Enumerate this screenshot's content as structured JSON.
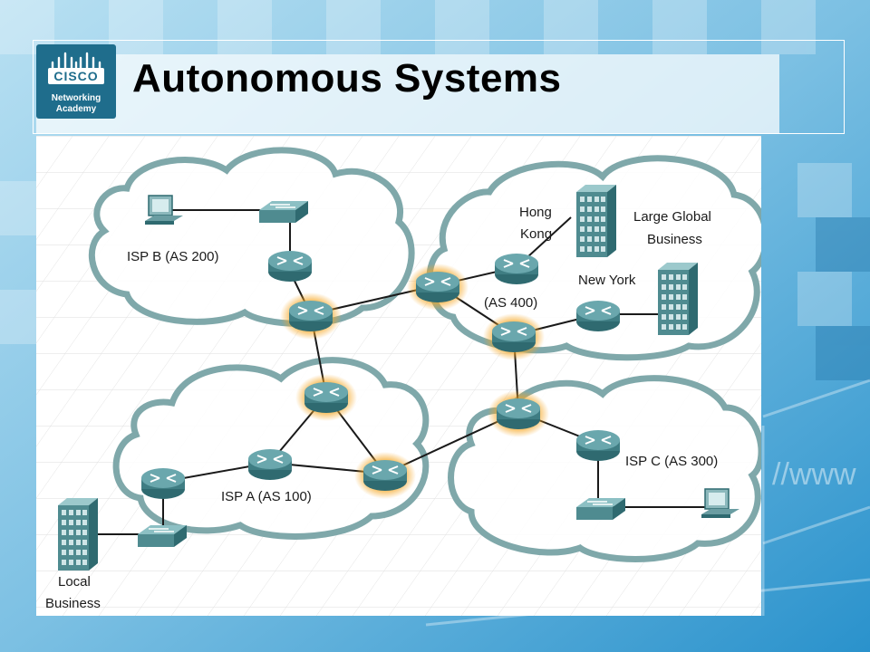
{
  "slide": {
    "title": "Autonomous Systems",
    "logo": {
      "brand": "CISCO",
      "line1": "Networking",
      "line2": "Academy"
    }
  },
  "diagram": {
    "labels": {
      "isp_b": "ISP B (AS 200)",
      "hong_kong_1": "Hong",
      "hong_kong_2": "Kong",
      "large_global_1": "Large Global",
      "large_global_2": "Business",
      "new_york": "New York",
      "as400": "(AS 400)",
      "isp_a": "ISP A (AS 100)",
      "isp_c": "ISP C (AS 300)",
      "local_1": "Local",
      "local_2": "Business"
    },
    "colors": {
      "cloud_stroke": "#7fa8aa",
      "device": "#4f8b90",
      "border_glow": "#f0a42a",
      "link": "#1a1a1a"
    }
  }
}
